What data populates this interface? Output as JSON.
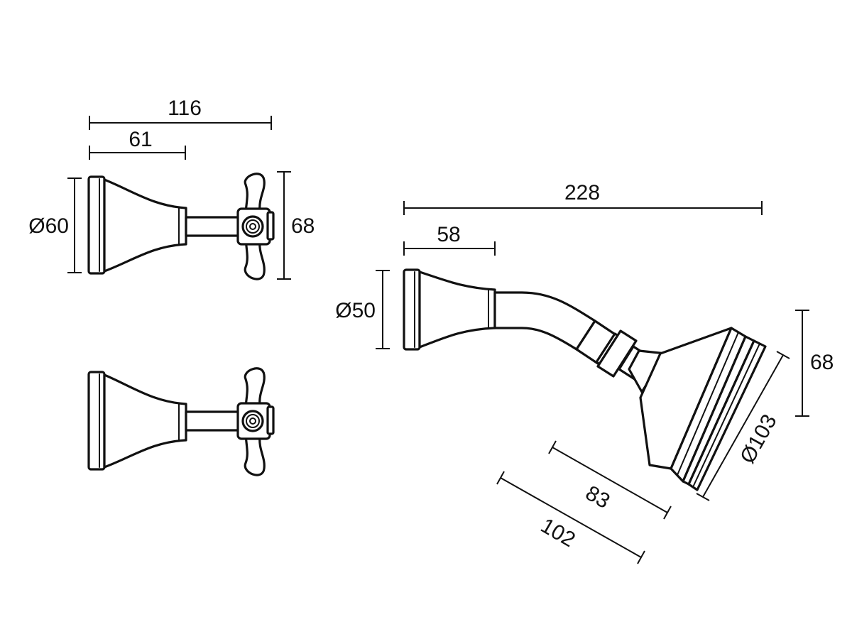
{
  "dimensions": {
    "handle_total_length": "116",
    "handle_flange_length": "61",
    "handle_flange_diameter": "Ø60",
    "handle_height": "68",
    "arm_total_length": "228",
    "arm_flange_length": "58",
    "arm_flange_diameter": "Ø50",
    "head_height": "68",
    "head_diameter": "Ø103",
    "head_depth_inner": "83",
    "head_depth_outer": "102"
  },
  "colors": {
    "line": "#111111",
    "background": "#ffffff"
  }
}
